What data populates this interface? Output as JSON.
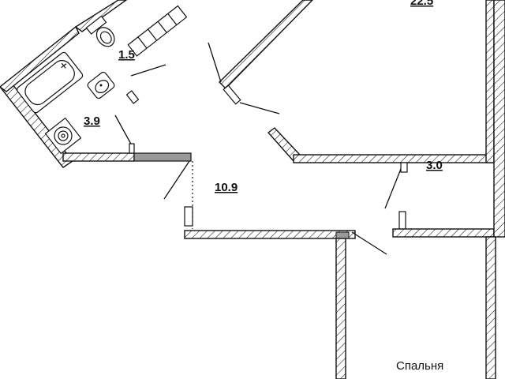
{
  "rooms": {
    "living_area": "22.5",
    "toilet_area": "1.5",
    "bathroom_area": "3.9",
    "hall_area": "10.9",
    "storage_area": "3.0",
    "bedroom_name": "Спальня"
  },
  "colors": {
    "line": "#111111",
    "background": "#ffffff",
    "gray_segment": "#9a9a9a"
  }
}
